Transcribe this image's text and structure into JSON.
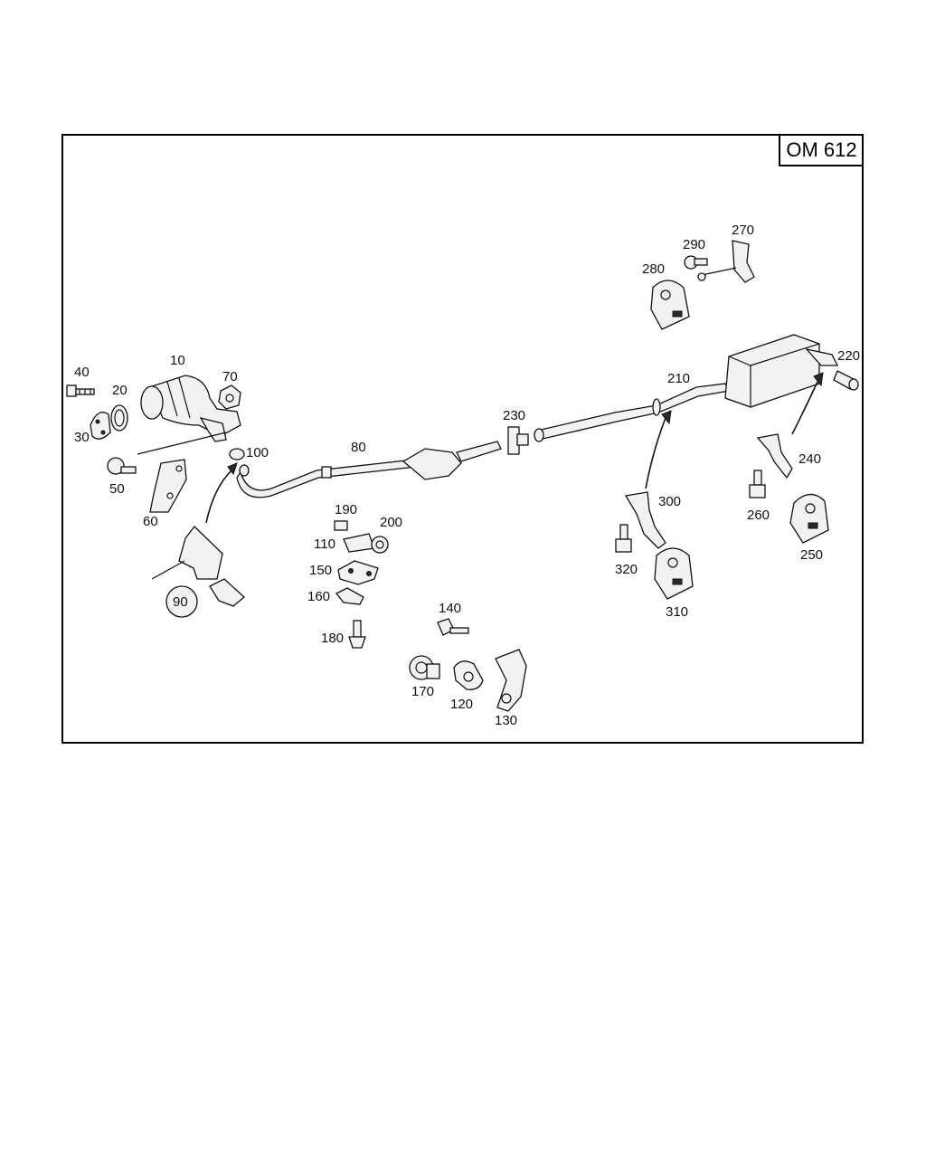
{
  "diagram": {
    "title": "OM 612",
    "labels": {
      "p10": "10",
      "p20": "20",
      "p30": "30",
      "p40": "40",
      "p50": "50",
      "p60": "60",
      "p70": "70",
      "p80": "80",
      "p90": "90",
      "p100": "100",
      "p110": "110",
      "p120": "120",
      "p130": "130",
      "p140": "140",
      "p150": "150",
      "p160": "160",
      "p170": "170",
      "p180": "180",
      "p190": "190",
      "p200": "200",
      "p210": "210",
      "p220": "220",
      "p230": "230",
      "p240": "240",
      "p250": "250",
      "p260": "260",
      "p270": "270",
      "p280": "280",
      "p290": "290",
      "p300": "300",
      "p310": "310",
      "p320": "320"
    }
  }
}
